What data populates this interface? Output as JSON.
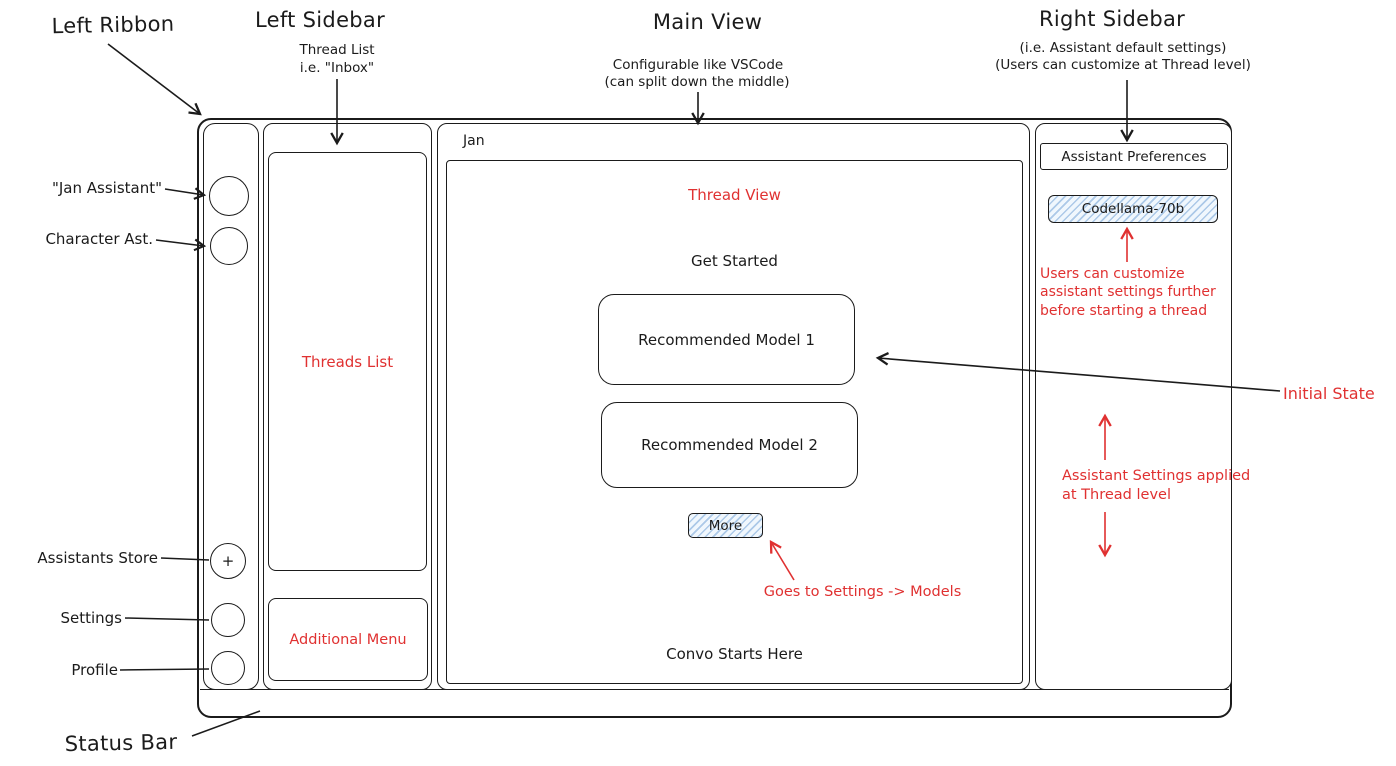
{
  "annotations": {
    "left_ribbon": "Left Ribbon",
    "left_sidebar": "Left Sidebar",
    "left_sidebar_sub1": "Thread List",
    "left_sidebar_sub2": "i.e. \"Inbox\"",
    "main_view": "Main View",
    "main_view_sub1": "Configurable like VSCode",
    "main_view_sub2": "(can split down the middle)",
    "right_sidebar": "Right Sidebar",
    "right_sidebar_sub1": "(i.e. Assistant default settings)",
    "right_sidebar_sub2": "(Users can customize at Thread level)",
    "jan_assistant": "\"Jan Assistant\"",
    "character_ast": "Character Ast.",
    "assistants_store": "Assistants Store",
    "settings": "Settings",
    "profile": "Profile",
    "status_bar": "Status Bar",
    "initial_state": "Initial State",
    "customize_note": "Users can customize assistant settings further before starting a thread",
    "thread_level_note": "Assistant Settings applied at Thread level",
    "goes_to_settings": "Goes to Settings -> Models"
  },
  "window": {
    "title": "Jan",
    "ribbon": {
      "plus": "+"
    },
    "sidebar": {
      "threads_list": "Threads List",
      "additional_menu": "Additional Menu"
    },
    "main": {
      "thread_view": "Thread View",
      "get_started": "Get Started",
      "model1": "Recommended Model 1",
      "model2": "Recommended Model 2",
      "more": "More",
      "convo": "Convo Starts Here"
    },
    "right": {
      "header": "Assistant Preferences",
      "model_chip": "Codellama-70b"
    }
  },
  "colors": {
    "ink": "#1b1b1b",
    "red": "#e03131",
    "hatch_fill": "#f0f7fd"
  }
}
